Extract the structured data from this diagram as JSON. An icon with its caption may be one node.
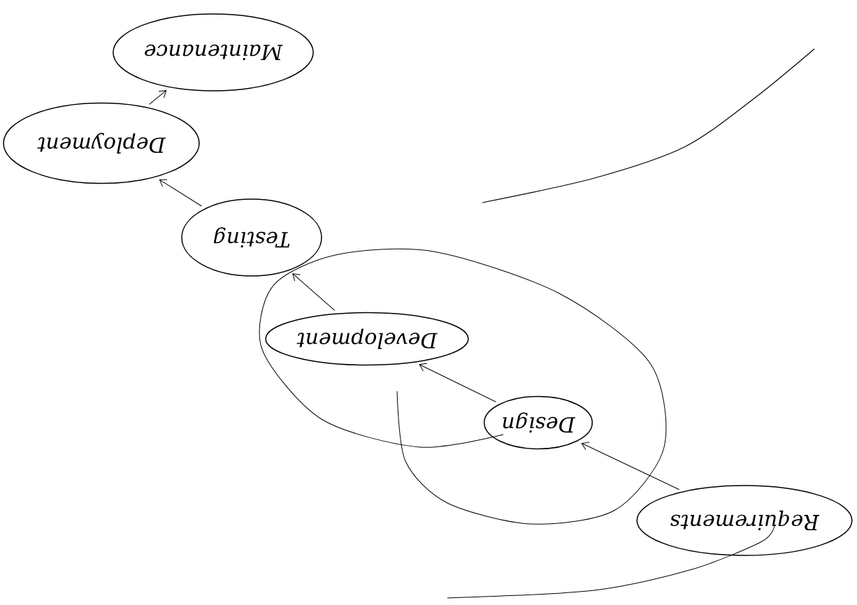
{
  "diagram": {
    "nodes": [
      {
        "text": [
          "Requirements"
        ]
      },
      {
        "text": [
          "Design"
        ]
      },
      {
        "text": [
          "Development"
        ]
      },
      {
        "text": [
          "Testing"
        ]
      },
      {
        "text": [
          "Deployment"
        ]
      },
      {
        "text": [
          "Maintenance"
        ]
      }
    ],
    "edges": [
      {
        "from": 0,
        "to": 1,
        "arrow": "to"
      },
      {
        "from": 1,
        "to": 2,
        "arrow": "to"
      },
      {
        "from": 2,
        "to": 3,
        "arrow": "to"
      },
      {
        "from": 3,
        "to": 4,
        "arrow": "to"
      },
      {
        "from": 4,
        "to": 5,
        "arrow": "to"
      }
    ]
  }
}
